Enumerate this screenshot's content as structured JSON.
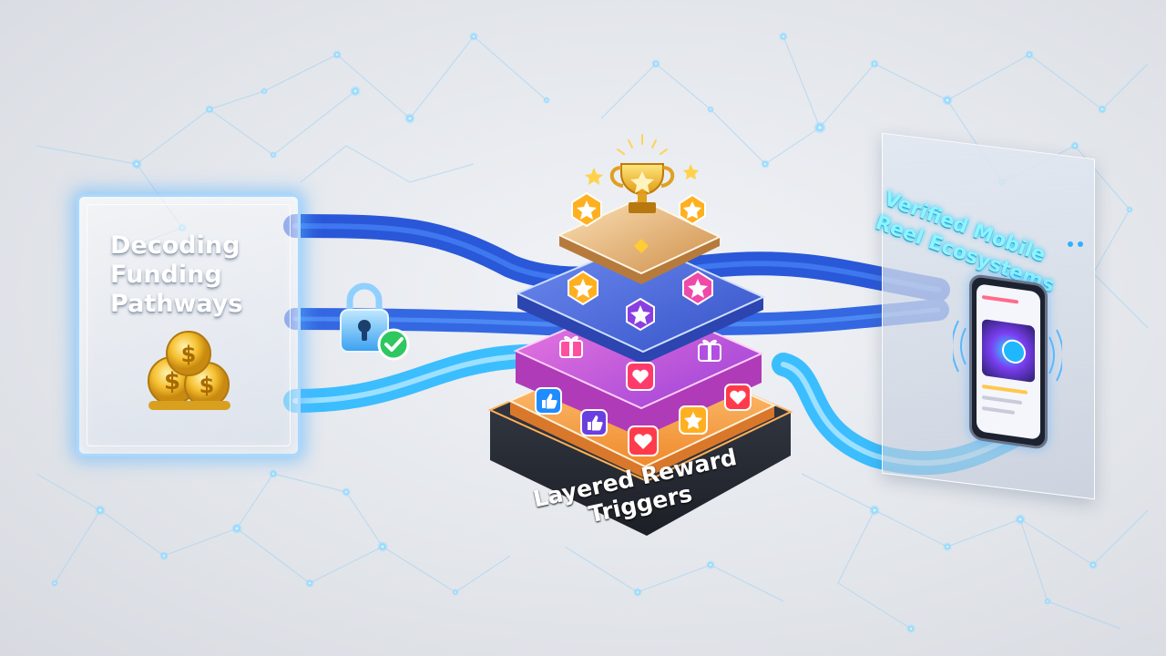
{
  "left_card": {
    "title": "Decoding\nFunding\nPathways"
  },
  "right_card": {
    "title": "Verified Mobile\nReel Ecosystems"
  },
  "stack": {
    "label": "Layered Reward Triggers"
  },
  "icons": {
    "coins": "coins-icon",
    "lock": "padlock-icon",
    "check": "check-badge-icon",
    "trophy": "trophy-icon",
    "star": "star-badge-icon",
    "gift": "gift-icon",
    "heart": "heart-icon",
    "like": "thumbs-up-icon",
    "phone": "smartphone-icon",
    "play": "play-icon"
  },
  "colors": {
    "pipe_dark": "#1f4fd6",
    "pipe_mid": "#2f72f0",
    "pipe_light": "#28b8ff",
    "layer_gold": "#e9b878",
    "layer_blue": "#4a68d8",
    "layer_magenta": "#d24fc8",
    "layer_orange": "#f49a3c",
    "base_dark": "#2b2f38",
    "glow": "#8fd8ff"
  }
}
